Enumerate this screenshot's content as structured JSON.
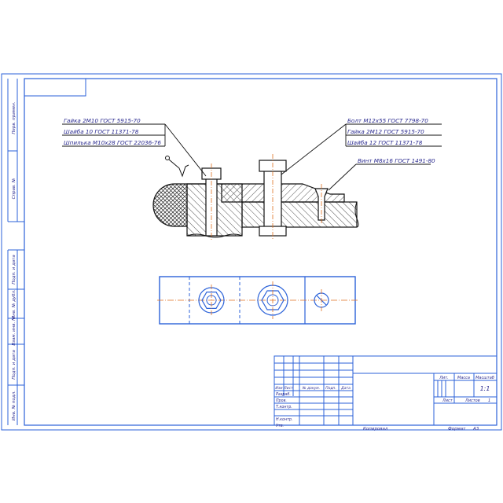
{
  "callouts_left": [
    "Гайка 2М10 ГОСТ 5915-70",
    "Шайба 10 ГОСТ 11371-78",
    "Шпилька М10х28 ГОСТ 22036-76"
  ],
  "callouts_right": [
    "Болт М12х55 ГОСТ 7798-70",
    "Гайка 2М12 ГОСТ 5915-70",
    "Шайба 12 ГОСТ 11371-78"
  ],
  "callout_screw": "Винт М8х16 ГОСТ 1491-80",
  "side_strip": [
    "Перв. примен.",
    "Справ. №",
    "Подп. и дата",
    "Инв. № дубл.",
    "Взам. инв. №",
    "Подп. и дата",
    "Инв. № подл."
  ],
  "stamp": {
    "change_headers": [
      "Изм",
      "Лист",
      "№ докум.",
      "Подп.",
      "Дата"
    ],
    "role_rows": [
      "Разраб.",
      "Пров.",
      "Т.контр.",
      "",
      "Н.контр.",
      "Утв."
    ],
    "lit_label": "Лит.",
    "mass_label": "Масса",
    "scale_label": "Масштаб",
    "scale_value": "1:1",
    "sheet_label": "Лист",
    "sheets_label": "Листов",
    "sheets_value": "1"
  },
  "footer": {
    "copied_label": "Копировал",
    "format_label": "Формат",
    "format_value": "А3"
  },
  "colors": {
    "frame": "#2b62d9",
    "ink": "#1a1a1a",
    "callout_text": "#2a2a8f",
    "axis": "#e07020"
  }
}
